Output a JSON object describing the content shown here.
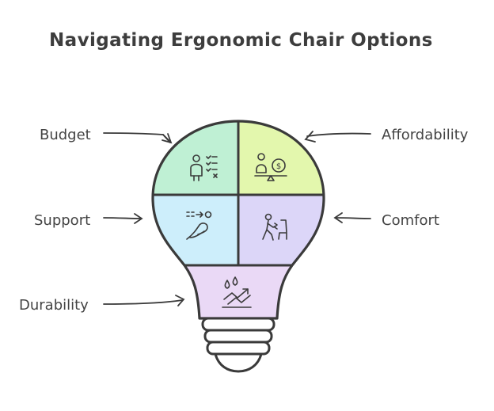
{
  "title": "Navigating Ergonomic Chair Options",
  "labels": {
    "budget": "Budget",
    "affordability": "Affordability",
    "support": "Support",
    "comfort": "Comfort",
    "durability": "Durability"
  },
  "colors": {
    "budget": "#bff0d4",
    "affordability": "#e3f7ad",
    "support": "#cdeefb",
    "comfort": "#dcd6f8",
    "durability": "#ead9f6",
    "outline": "#3a3a3a"
  },
  "icons": {
    "budget": "person-checklist-icon",
    "affordability": "person-balance-money-icon",
    "support": "seat-recline-support-icon",
    "comfort": "person-to-chair-icon",
    "durability": "drops-trend-up-icon"
  }
}
